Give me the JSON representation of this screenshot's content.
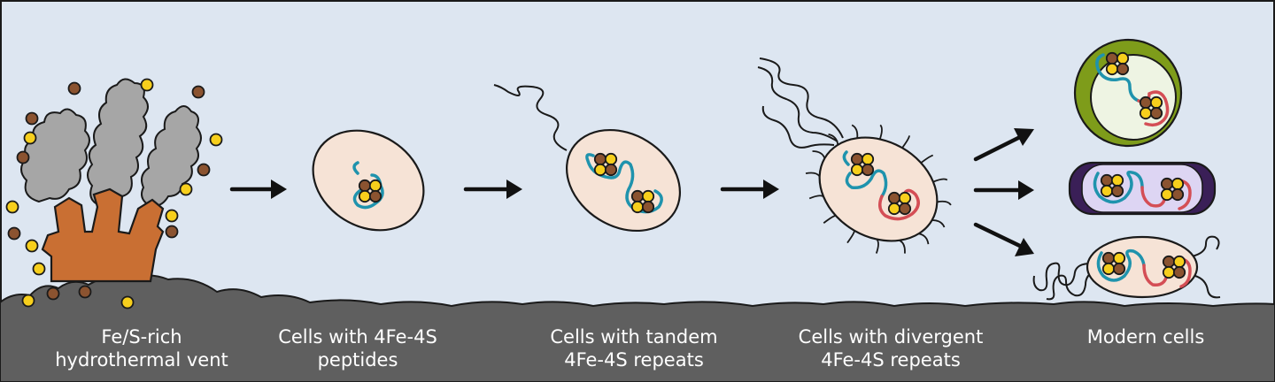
{
  "colors": {
    "background": "#dde6f1",
    "ground": "#5f5f5f",
    "vent": "#c96f33",
    "smoke": "#a6a6a6",
    "iron": "#8b5330",
    "sulfur": "#f7cf1c",
    "cell_fill": "#f6e3d6",
    "strand_blue": "#1f93ad",
    "strand_red": "#d44e55",
    "wall_green": "#7e9c1a",
    "green_inner": "#eef4e3",
    "purple_cap": "#3a1f57",
    "purple_fill": "#ddd5f3",
    "outline": "#1a1a1a"
  },
  "stages": [
    {
      "id": "vent",
      "label": "Fe/S-rich\nhydrothermal vent"
    },
    {
      "id": "peptides",
      "label": "Cells with 4Fe-4S\npeptides"
    },
    {
      "id": "tandem",
      "label": "Cells with tandem\n4Fe-4S repeats"
    },
    {
      "id": "divergent",
      "label": "Cells with divergent\n4Fe-4S repeats"
    },
    {
      "id": "modern",
      "label": "Modern cells"
    }
  ]
}
